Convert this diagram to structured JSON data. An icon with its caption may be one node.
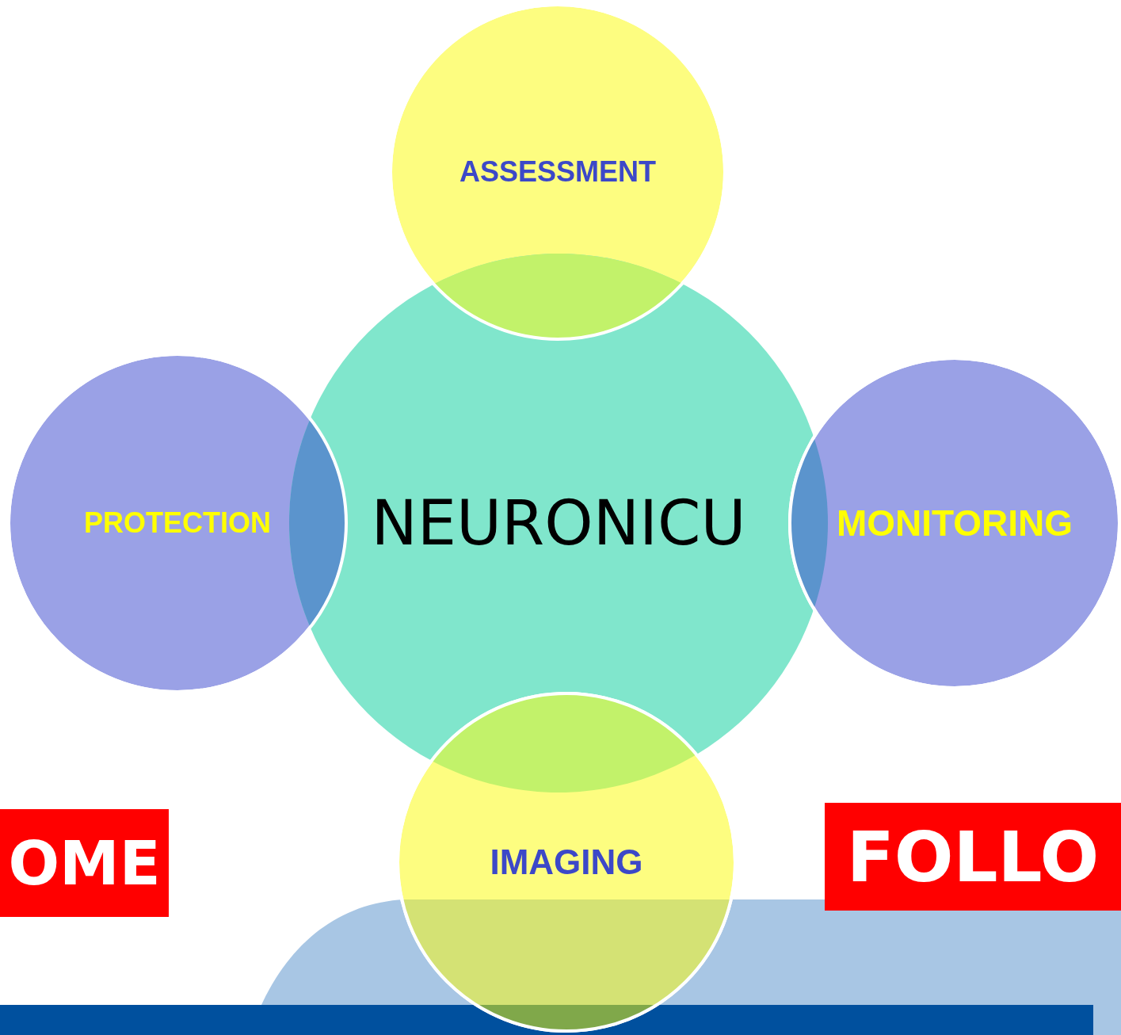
{
  "diagram": {
    "nodes": [
      {
        "text": [
          "ASSESSMENT"
        ]
      },
      {
        "text": [
          "PROTECTION"
        ]
      },
      {
        "text": [
          "NEURONICU"
        ]
      },
      {
        "text": [
          "MONITORING"
        ]
      },
      {
        "text": [
          "IMAGING"
        ]
      },
      {
        "text": [
          "OME"
        ]
      },
      {
        "text": [
          "FOLLO"
        ]
      }
    ]
  }
}
